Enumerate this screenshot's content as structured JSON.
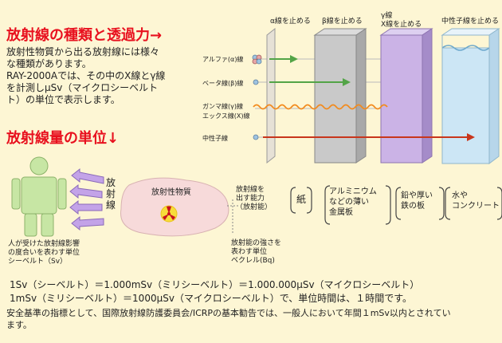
{
  "heading1": "放射線の種類と透過力",
  "heading1_arrow": "→",
  "intro_lines": [
    "放射性物質から出る放射線には様々",
    "な種類があります。",
    "RAY-2000Aでは、その中のX線とγ線",
    "を計測しμSv（マイクロシーベルト",
    "ト）の単位で表示します。"
  ],
  "heading2": "放射線量の単位",
  "heading2_arrow": "↓",
  "shield_labels": {
    "alpha_stop": "α線を止める",
    "beta_stop": "β線を止める",
    "gamma_stop_1": "γ線",
    "gamma_stop_2": "X線を止める",
    "neutron_stop": "中性子線を止める"
  },
  "ray_labels": {
    "alpha": "アルファ(α)線",
    "beta": "ベータ線(β)線",
    "gamma": "ガンマ線(γ)線",
    "xray": "エックス線(X)線",
    "neutron": "中性子線"
  },
  "person_label": [
    "放",
    "射",
    "線"
  ],
  "material_title": "放射性物質",
  "sievert_caption": [
    "人が受けた放射線影響",
    "の度合いを表わす単位",
    "シーベルト（Sv）"
  ],
  "ability_caption": [
    "放射線を",
    "出す能力",
    "（放射能）"
  ],
  "becquerel_caption": [
    "放射能の強さを",
    "表わす単位",
    "ベクレル(Bq)"
  ],
  "materials": [
    {
      "lines": [
        "紙"
      ]
    },
    {
      "lines": [
        "アルミニウム",
        "などの薄い",
        "金属板"
      ]
    },
    {
      "lines": [
        "鉛や厚い",
        "鉄の板"
      ]
    },
    {
      "lines": [
        "水や",
        "コンクリート"
      ]
    }
  ],
  "unit_lines": [
    "1Sv（シーベルト）＝1.000mSv（ミリシーベルト）＝1.000.000μSv（マイクロシーベルト）",
    "1mSv（ミリシーベルト）＝1000μSv（マイクロシーベルト）で、単位時間は、１時間です。"
  ],
  "note_lines": [
    "安全基準の指標として、国際放射線防護委員会/ICRPの基本勧告では、一般人において年間１mSv以内とされてい",
    "ます。"
  ],
  "colors": {
    "background": "#fdf6d4",
    "heading": "#e8101e",
    "paper": "#f7f4ee",
    "metal": "#c9c9c9",
    "lead": "#cbb3e6",
    "water": "#cce6f5",
    "person": "#c7e6a4",
    "arrow": "#c3a3e8",
    "ray_green": "#53a447",
    "ray_orange": "#f28a1c",
    "ray_red": "#c8361c"
  },
  "icons": {
    "radiation": "radiation-trefoil-icon"
  }
}
